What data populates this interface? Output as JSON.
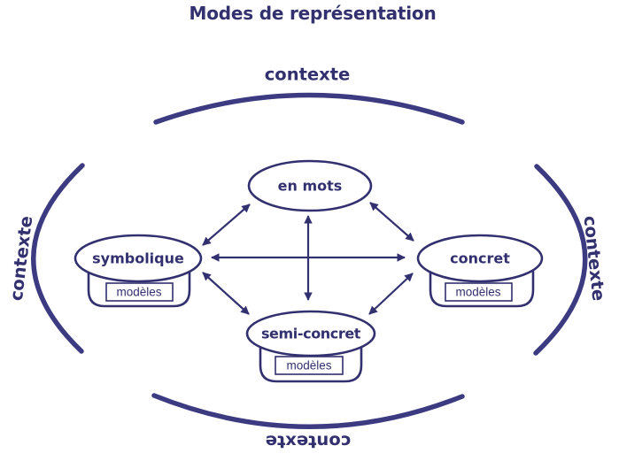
{
  "title": "Modes de représentation",
  "context": {
    "top": "contexte",
    "right": "contexte",
    "bottom": "contexte",
    "left": "contexte"
  },
  "nodes": {
    "en_mots": {
      "label": "en mots"
    },
    "symbolique": {
      "label": "symbolique",
      "tag": "modèles"
    },
    "concret": {
      "label": "concret",
      "tag": "modèles"
    },
    "semi_concret": {
      "label": "semi-concret",
      "tag": "modèles"
    }
  },
  "connections": [
    {
      "from": "en mots",
      "to": "symbolique",
      "bidirectional": true
    },
    {
      "from": "en mots",
      "to": "concret",
      "bidirectional": true
    },
    {
      "from": "en mots",
      "to": "semi-concret",
      "bidirectional": true
    },
    {
      "from": "symbolique",
      "to": "concret",
      "bidirectional": true
    },
    {
      "from": "symbolique",
      "to": "semi-concret",
      "bidirectional": true
    },
    {
      "from": "concret",
      "to": "semi-concret",
      "bidirectional": true
    }
  ],
  "colors": {
    "ink": "#32306f",
    "arc": "#3c3a80",
    "background": "#ffffff"
  }
}
